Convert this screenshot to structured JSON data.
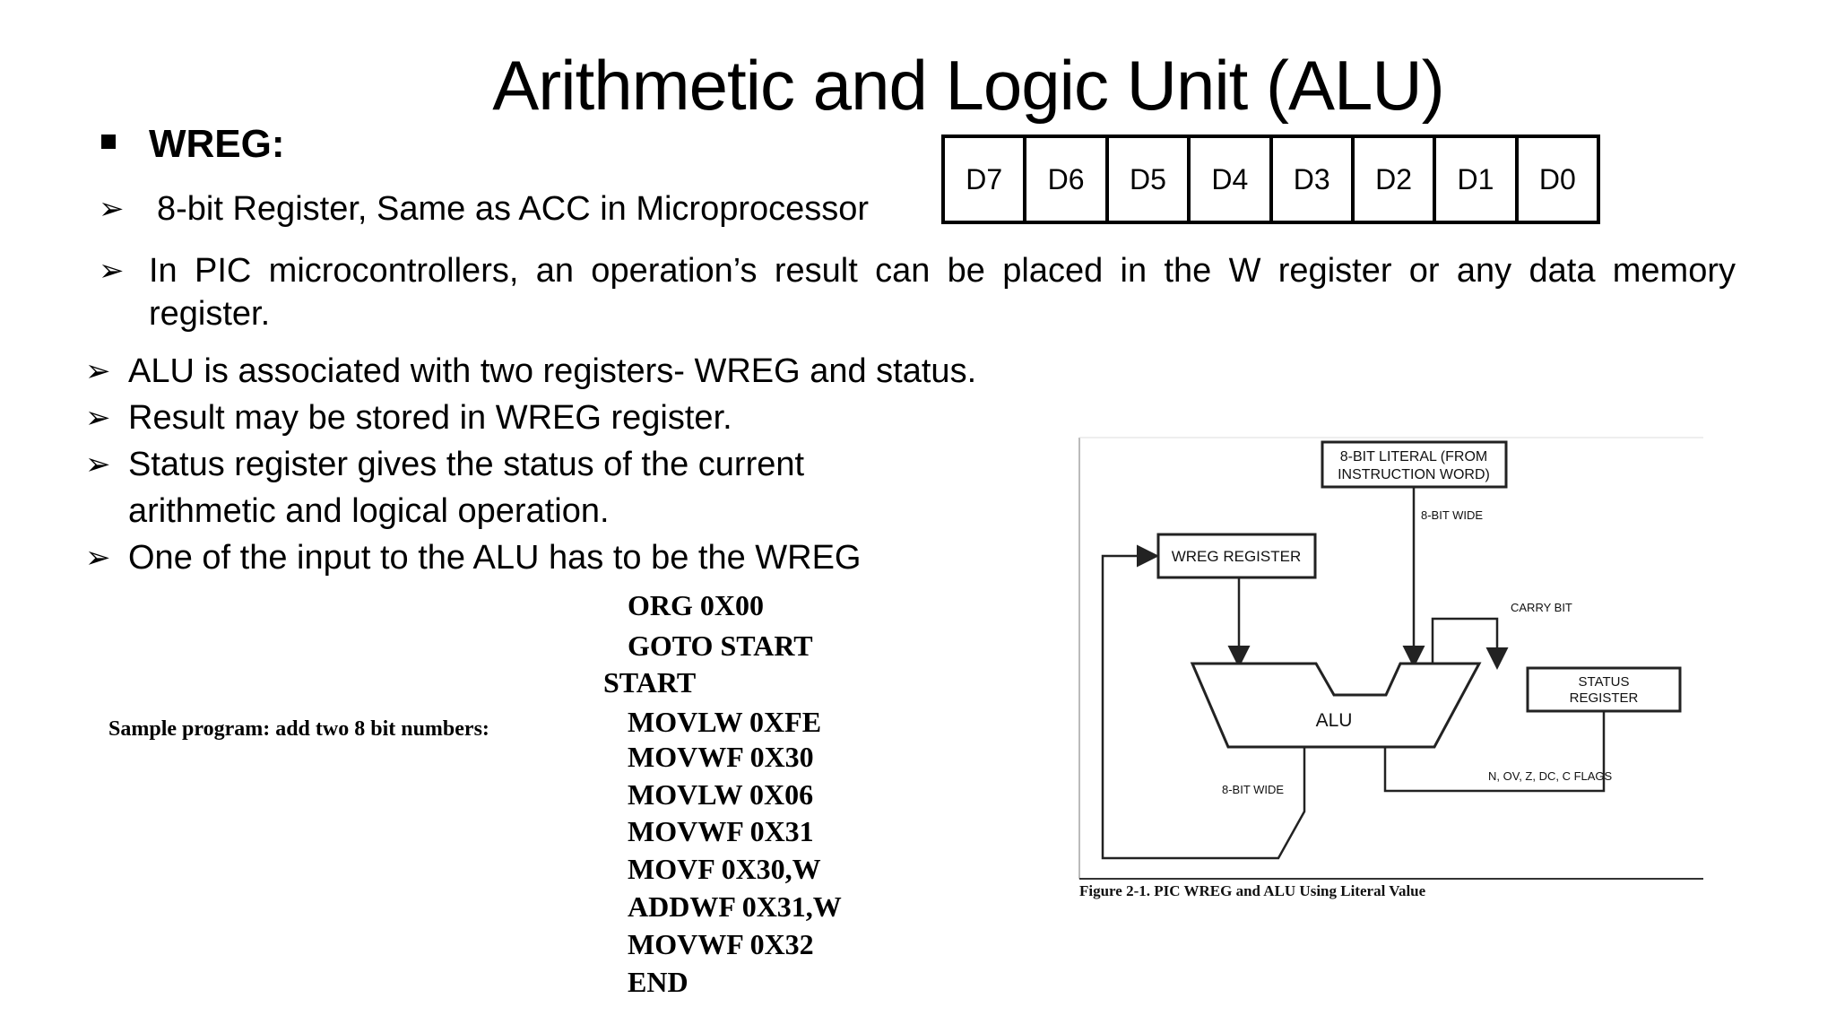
{
  "title": "Arithmetic and Logic Unit (ALU)",
  "wreg": {
    "heading": "WREG:",
    "bullet1": "8-bit Register, Same as ACC in Microprocessor",
    "bullet2_line1": "In PIC microcontrollers, an operation’s result can be placed in the W register or any data memory",
    "bullet2_line2": "register."
  },
  "register_bits": [
    "D7",
    "D6",
    "D5",
    "D4",
    "D3",
    "D2",
    "D1",
    "D0"
  ],
  "alu_points": {
    "p1": "ALU is associated with two registers- WREG and status.",
    "p2": "Result may be stored in WREG register.",
    "p3_line1": "Status register gives the status of the current",
    "p3_line2": "arithmetic and logical operation.",
    "p4": "One of the input to the ALU has to be the WREG"
  },
  "sample_label": "Sample  program:  add two 8 bit numbers:",
  "code": {
    "l1": "ORG 0X00",
    "l2": "GOTO START",
    "l3": "START",
    "l4": "MOVLW 0XFE",
    "l5": "MOVWF 0X30",
    "l6": "MOVLW 0X06",
    "l7": "MOVWF 0X31",
    "l8": "MOVF 0X30,W",
    "l9": "ADDWF 0X31,W",
    "l10": "MOVWF 0X32",
    "l11": "END"
  },
  "diagram": {
    "literal_line1": "8-BIT LITERAL (FROM",
    "literal_line2": "INSTRUCTION WORD)",
    "bit_wide_top": "8-BIT WIDE",
    "wreg_register": "WREG REGISTER",
    "carry_bit": "CARRY BIT",
    "status_line1": "STATUS",
    "status_line2": "REGISTER",
    "alu": "ALU",
    "flags": "N, OV, Z, DC, C FLAGS",
    "bit_wide_bottom": "8-BIT WIDE",
    "caption": "Figure 2-1. PIC WREG and ALU Using Literal Value"
  }
}
